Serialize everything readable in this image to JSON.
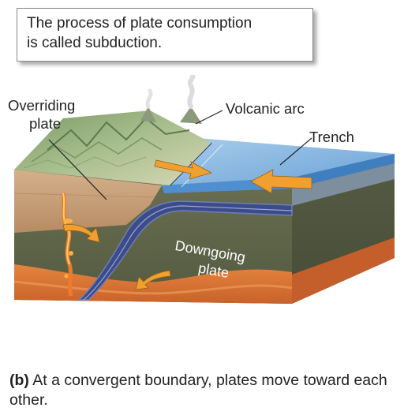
{
  "callout": {
    "line1": "The process of plate consumption",
    "line2": "is called subduction."
  },
  "labels": {
    "overriding_line1": "Overriding",
    "overriding_line2": "plate",
    "volcanic_arc": "Volcanic arc",
    "trench": "Trench",
    "downgoing_line1": "Downgoing",
    "downgoing_line2": "plate"
  },
  "caption": {
    "part_label": "(b)",
    "text": " At a convergent boundary, plates move toward each other."
  },
  "colors": {
    "ocean": "#7fb2df",
    "ocean_side": "#4f8fcf",
    "mantle": "#5e6448",
    "deep_mantle": "#e07a3c",
    "lithosphere_edge": "#3c4b8a",
    "arrow": "#f0a030",
    "crust": "#c9a27c",
    "land": "#8fae78"
  }
}
